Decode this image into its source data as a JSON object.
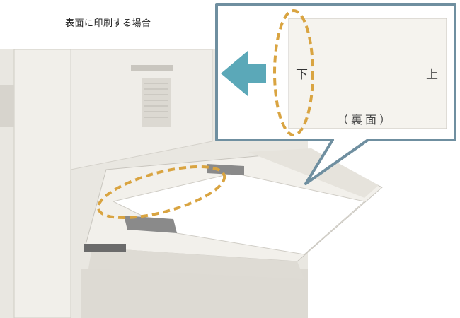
{
  "illustration": {
    "caption": "表面に印刷する場合",
    "paper": {
      "edge_bottom_label": "下",
      "edge_top_label": "上",
      "side_label": "（裏面）"
    }
  },
  "colors": {
    "callout_border": "#6f8fa0",
    "highlight_dash": "#d9a441",
    "arrow": "#5ba8b8",
    "machine_body": "#e8e6e0",
    "paper": "#f5f3ee"
  },
  "icons": [
    "left-arrow-icon",
    "highlight-ellipse-icon"
  ]
}
